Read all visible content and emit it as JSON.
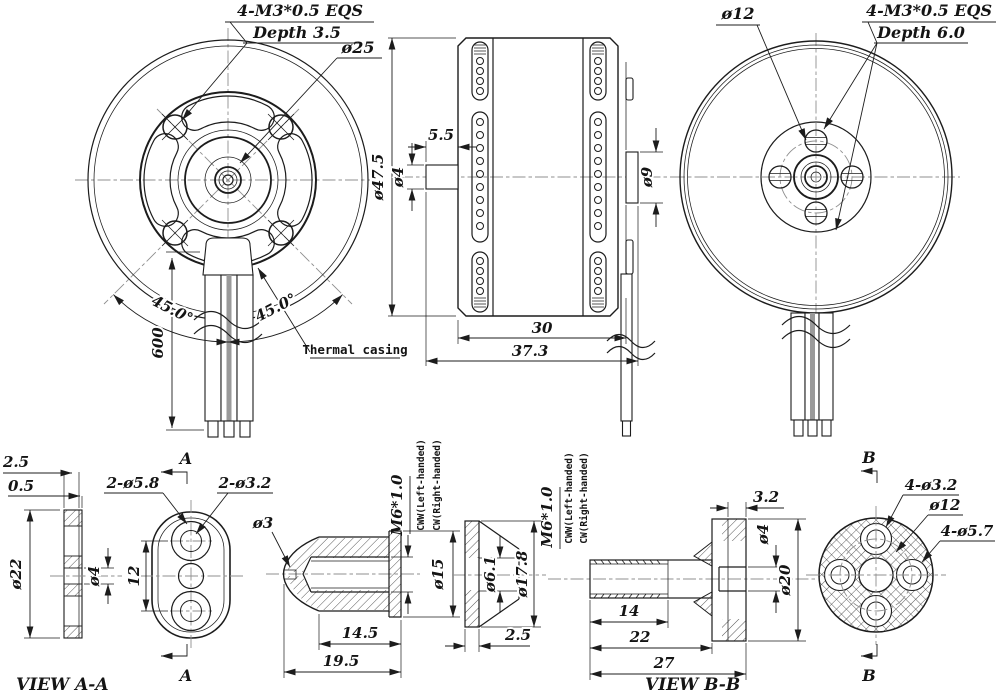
{
  "drawing": {
    "front_view": {
      "thread_note": "4-M3*0.5 EQS",
      "depth_note": "Depth 3.5",
      "bolt_circle": "ø25",
      "angle_left": "45.0°",
      "angle_right": "45.0°",
      "wire_length": "600",
      "thermal_label": "Thermal casing"
    },
    "side_view": {
      "diameter": "ø47.5",
      "shaft_length": "5.5",
      "shaft_diameter": "ø4",
      "boss_diameter": "ø9",
      "body_length": "30",
      "total_length": "37.3"
    },
    "rear_view": {
      "bolt_circle": "ø12",
      "thread_note": "4-M3*0.5 EQS",
      "depth_note": "Depth 6.0"
    },
    "view_aa": {
      "title": "VIEW A-A",
      "marker_top": "A",
      "marker_bottom": "A",
      "thickness": "2.5",
      "step": "0.5",
      "outer_diameter": "ø22",
      "hole_diameter": "ø4",
      "hole_spacing": "12",
      "counterbore_note": "2-ø5.8",
      "through_hole_note": "2-ø3.2"
    },
    "spinner": {
      "tip_hole": "ø3",
      "thread": "M6*1.0",
      "ccw_note": "CWW(Left-handed)",
      "cw_note": "CW(Right-handed)",
      "flange_diameter": "ø15",
      "body_length": "14.5",
      "total_length": "19.5"
    },
    "washer": {
      "bore": "ø6.1",
      "outer_diameter": "ø17.8",
      "thickness": "2.5"
    },
    "prop_shaft": {
      "thread": "M6*1.0",
      "ccw_note": "CWW(Left-handed)",
      "cw_note": "CW(Right-handed)",
      "thread_length": "14",
      "shoulder_length": "22",
      "total_length": "27",
      "flange_thickness": "3.2",
      "bore": "ø4",
      "flange_diameter": "ø20"
    },
    "view_bb": {
      "title": "VIEW B-B",
      "marker_top": "B",
      "marker_bottom": "B",
      "small_holes": "4-ø3.2",
      "bolt_circle": "ø12",
      "large_holes": "4-ø5.7"
    }
  },
  "colors": {
    "line": "#1c1c1c",
    "centerline": "#8f8f8f",
    "background": "#ffffff",
    "wire_shade": "#9a9a9a"
  }
}
